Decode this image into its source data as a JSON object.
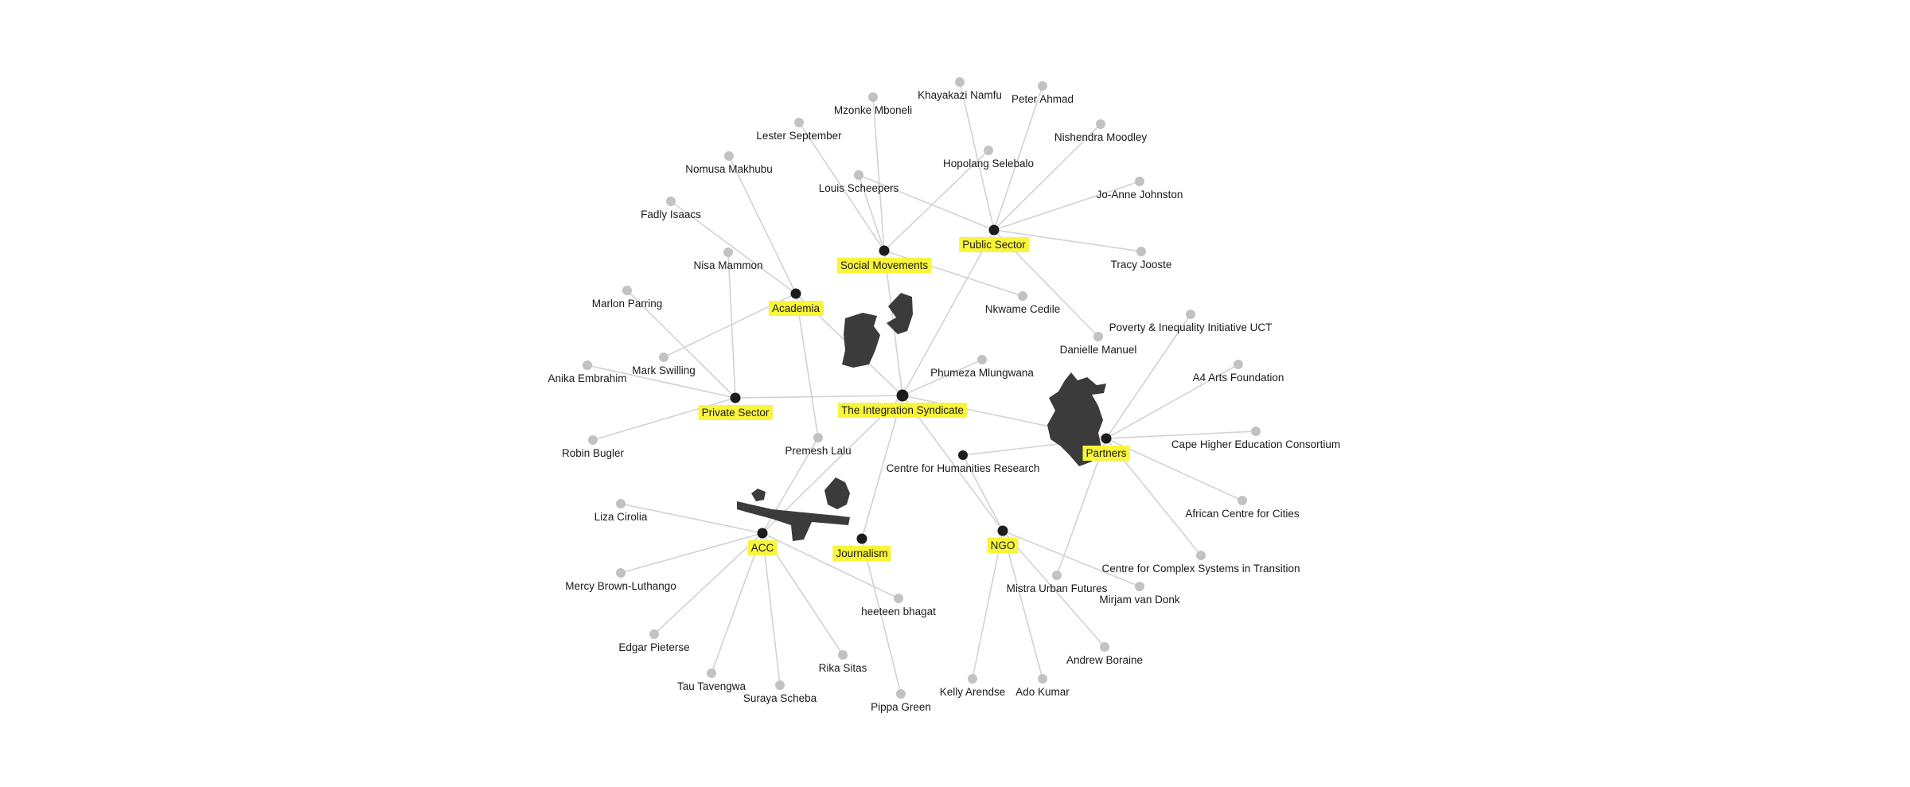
{
  "network": {
    "hubs": [
      {
        "id": "integration",
        "label": "The Integration Syndicate"
      },
      {
        "id": "academia",
        "label": "Academia"
      },
      {
        "id": "social",
        "label": "Social Movements"
      },
      {
        "id": "public",
        "label": "Public Sector"
      },
      {
        "id": "private",
        "label": "Private Sector"
      },
      {
        "id": "partners",
        "label": "Partners"
      },
      {
        "id": "acc",
        "label": "ACC"
      },
      {
        "id": "journalism",
        "label": "Journalism"
      },
      {
        "id": "ngo",
        "label": "NGO"
      }
    ],
    "people": [
      {
        "id": "khayakazi",
        "label": "Khayakazi Namfu"
      },
      {
        "id": "peter",
        "label": "Peter Ahmad"
      },
      {
        "id": "mzonke",
        "label": "Mzonke Mboneli"
      },
      {
        "id": "nishendra",
        "label": "Nishendra Moodley"
      },
      {
        "id": "lester",
        "label": "Lester September"
      },
      {
        "id": "hopolang",
        "label": "Hopolang Selebalo"
      },
      {
        "id": "nomusa",
        "label": "Nomusa Makhubu"
      },
      {
        "id": "louis",
        "label": "Louis Scheepers"
      },
      {
        "id": "joanne",
        "label": "Jo-Anne Johnston"
      },
      {
        "id": "fadly",
        "label": "Fadly Isaacs"
      },
      {
        "id": "tracy",
        "label": "Tracy Jooste"
      },
      {
        "id": "nisa",
        "label": "Nisa Mammon"
      },
      {
        "id": "marlon",
        "label": "Marlon Parring"
      },
      {
        "id": "nkwame",
        "label": "Nkwame Cedile"
      },
      {
        "id": "poverty",
        "label": "Poverty & Inequality Initiative UCT"
      },
      {
        "id": "danielle",
        "label": "Danielle Manuel"
      },
      {
        "id": "mark",
        "label": "Mark Swilling"
      },
      {
        "id": "anika",
        "label": "Anika Embrahim"
      },
      {
        "id": "a4",
        "label": "A4 Arts Foundation"
      },
      {
        "id": "phumeza",
        "label": "Phumeza Mlungwana"
      },
      {
        "id": "premesh",
        "label": "Premesh Lalu"
      },
      {
        "id": "robin",
        "label": "Robin Bugler"
      },
      {
        "id": "capehigher",
        "label": "Cape Higher Education Consortium"
      },
      {
        "id": "chr",
        "label": "Centre for Humanities Research",
        "hub_style": true
      },
      {
        "id": "african",
        "label": "African Centre for Cities"
      },
      {
        "id": "liza",
        "label": "Liza Cirolia"
      },
      {
        "id": "complex",
        "label": "Centre for Complex Systems in Transition"
      },
      {
        "id": "mistra",
        "label": "Mistra Urban Futures"
      },
      {
        "id": "mirjam",
        "label": "Mirjam van Donk"
      },
      {
        "id": "mercy",
        "label": "Mercy Brown-Luthango"
      },
      {
        "id": "heeteen",
        "label": "heeteen bhagat"
      },
      {
        "id": "edgar",
        "label": "Edgar Pieterse"
      },
      {
        "id": "andrew",
        "label": "Andrew Boraine"
      },
      {
        "id": "rika",
        "label": "Rika Sitas"
      },
      {
        "id": "tau",
        "label": "Tau Tavengwa"
      },
      {
        "id": "suraya",
        "label": "Suraya Scheba"
      },
      {
        "id": "kelly",
        "label": "Kelly Arendse"
      },
      {
        "id": "ado",
        "label": "Ado Kumar"
      },
      {
        "id": "pippa",
        "label": "Pippa Green"
      }
    ],
    "edges": [
      [
        "integration",
        "academia"
      ],
      [
        "integration",
        "social"
      ],
      [
        "integration",
        "public"
      ],
      [
        "integration",
        "private"
      ],
      [
        "integration",
        "partners"
      ],
      [
        "integration",
        "acc"
      ],
      [
        "integration",
        "journalism"
      ],
      [
        "integration",
        "ngo"
      ],
      [
        "integration",
        "phumeza"
      ],
      [
        "academia",
        "nomusa"
      ],
      [
        "academia",
        "fadly"
      ],
      [
        "academia",
        "mark"
      ],
      [
        "academia",
        "premesh"
      ],
      [
        "social",
        "mzonke"
      ],
      [
        "social",
        "lester"
      ],
      [
        "social",
        "louis"
      ],
      [
        "social",
        "hopolang"
      ],
      [
        "social",
        "nkwame"
      ],
      [
        "public",
        "khayakazi"
      ],
      [
        "public",
        "peter"
      ],
      [
        "public",
        "nishendra"
      ],
      [
        "public",
        "joanne"
      ],
      [
        "public",
        "tracy"
      ],
      [
        "public",
        "danielle"
      ],
      [
        "public",
        "louis"
      ],
      [
        "private",
        "nisa"
      ],
      [
        "private",
        "marlon"
      ],
      [
        "private",
        "anika"
      ],
      [
        "private",
        "robin"
      ],
      [
        "partners",
        "poverty"
      ],
      [
        "partners",
        "a4"
      ],
      [
        "partners",
        "capehigher"
      ],
      [
        "partners",
        "african"
      ],
      [
        "partners",
        "complex"
      ],
      [
        "partners",
        "mistra"
      ],
      [
        "partners",
        "chr"
      ],
      [
        "acc",
        "liza"
      ],
      [
        "acc",
        "mercy"
      ],
      [
        "acc",
        "edgar"
      ],
      [
        "acc",
        "tau"
      ],
      [
        "acc",
        "suraya"
      ],
      [
        "acc",
        "rika"
      ],
      [
        "acc",
        "heeteen"
      ],
      [
        "acc",
        "premesh"
      ],
      [
        "journalism",
        "pippa"
      ],
      [
        "ngo",
        "chr"
      ],
      [
        "ngo",
        "mirjam"
      ],
      [
        "ngo",
        "andrew"
      ],
      [
        "ngo",
        "kelly"
      ],
      [
        "ngo",
        "ado"
      ]
    ]
  }
}
